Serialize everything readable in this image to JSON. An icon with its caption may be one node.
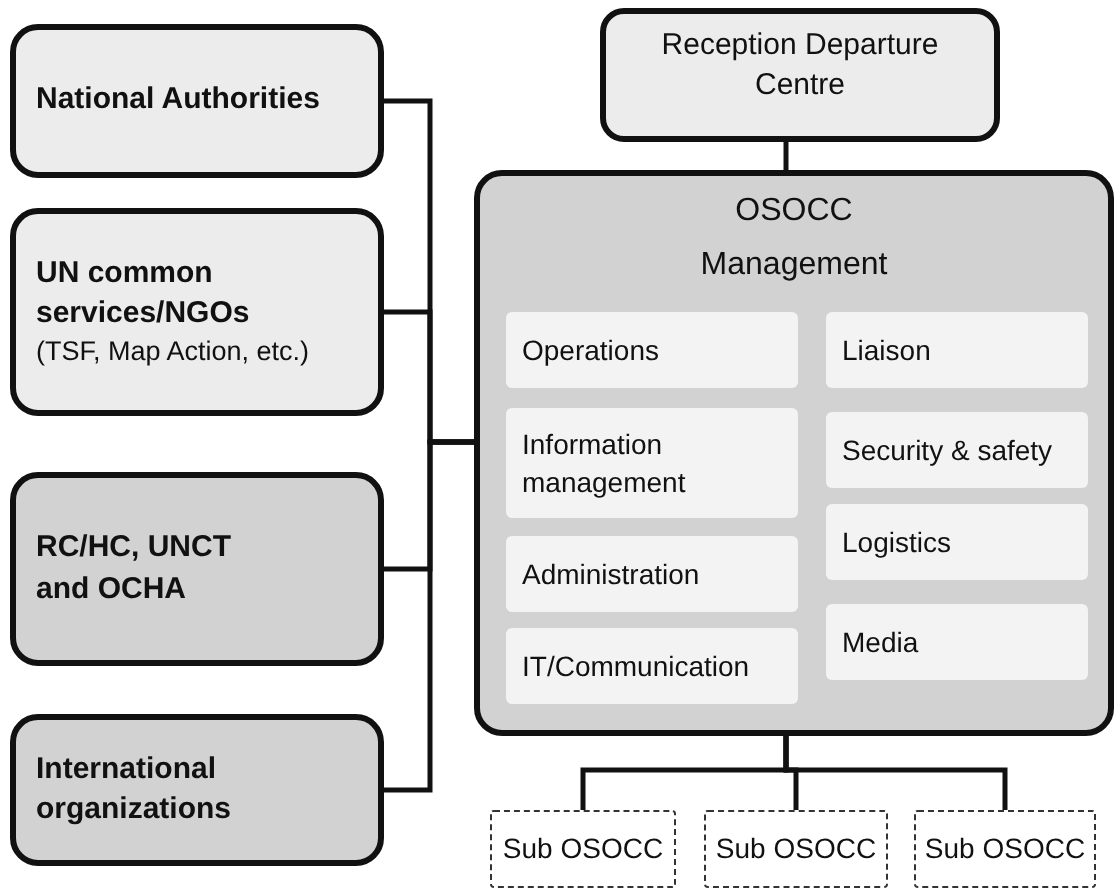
{
  "diagram": {
    "nodes": [
      {
        "text": [
          "National Authorities"
        ]
      },
      {
        "text": [
          "UN common services/NGOs",
          "(TSF, Map Action, etc.)"
        ]
      },
      {
        "text": [
          "RC/HC, UNCT and OCHA"
        ]
      },
      {
        "text": [
          "International organizations"
        ]
      },
      {
        "text": [
          "Reception Departure Centre"
        ]
      },
      {
        "text": [
          "OSOCC Management"
        ]
      },
      {
        "text": [
          "Operations"
        ],
        "in": 5
      },
      {
        "text": [
          "Information management"
        ],
        "in": 5
      },
      {
        "text": [
          "Administration"
        ],
        "in": 5
      },
      {
        "text": [
          "IT/Communication"
        ],
        "in": 5
      },
      {
        "text": [
          "Liaison"
        ],
        "in": 5
      },
      {
        "text": [
          "Security & safety"
        ],
        "in": 5
      },
      {
        "text": [
          "Logistics"
        ],
        "in": 5
      },
      {
        "text": [
          "Media"
        ],
        "in": 5
      },
      {
        "text": [
          "Sub OSOCC"
        ]
      },
      {
        "text": [
          "Sub OSOCC"
        ]
      },
      {
        "text": [
          "Sub OSOCC"
        ]
      }
    ],
    "edges": [
      {
        "from": 0,
        "to": 5,
        "arrow": "none"
      },
      {
        "from": 1,
        "to": 5,
        "arrow": "none"
      },
      {
        "from": 2,
        "to": 5,
        "arrow": "none"
      },
      {
        "from": 3,
        "to": 5,
        "arrow": "none"
      },
      {
        "from": 4,
        "to": 5,
        "arrow": "none"
      },
      {
        "from": 5,
        "to": 14,
        "arrow": "none"
      },
      {
        "from": 5,
        "to": 15,
        "arrow": "none"
      },
      {
        "from": 5,
        "to": 16,
        "arrow": "none"
      }
    ]
  }
}
